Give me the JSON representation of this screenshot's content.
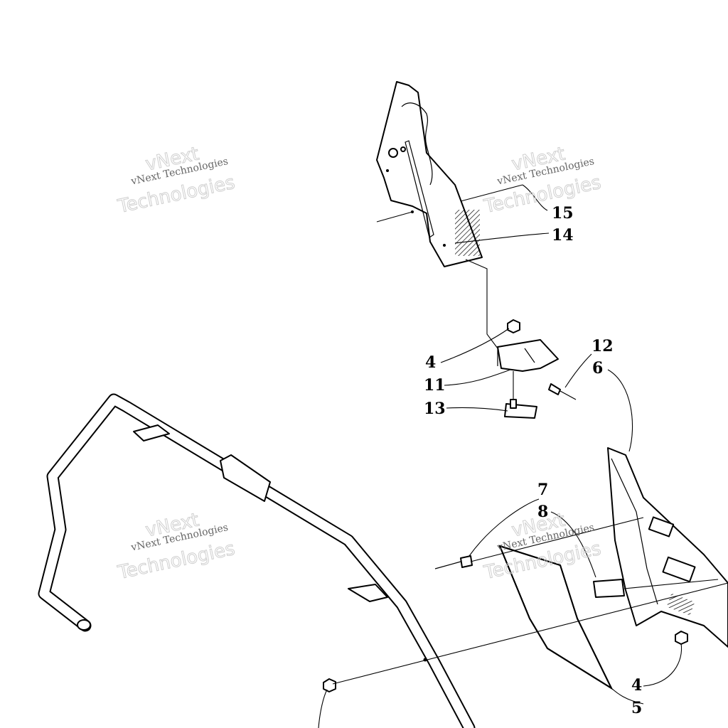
{
  "callouts": {
    "c15": "15",
    "c14": "14",
    "c12": "12",
    "c6": "6",
    "c4a": "4",
    "c11": "11",
    "c13": "13",
    "c7": "7",
    "c8": "8",
    "c4b": "4",
    "c5": "5"
  },
  "watermark": {
    "small": "vNext Technologies",
    "big_top": "vNext",
    "big_bottom": "Technologies"
  }
}
